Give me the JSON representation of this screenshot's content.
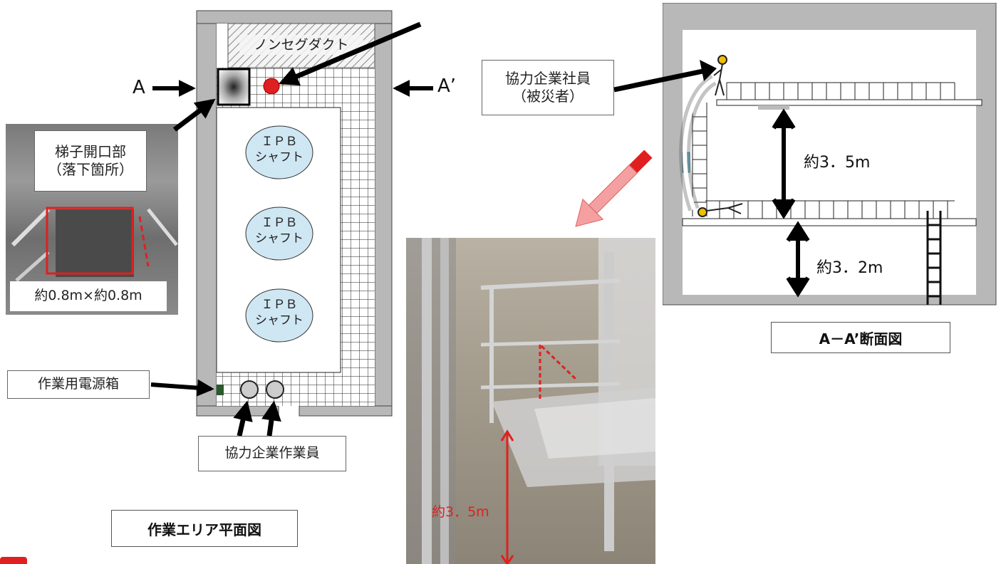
{
  "plan": {
    "title": "作業エリア平面図",
    "duct_label": "ノンセグダクト",
    "shaft_line1": "ＩＰＢ",
    "shaft_line2": "シャフト",
    "marker_a": "A",
    "marker_a_prime": "A’",
    "ladder_opening_line1": "梯子開口部",
    "ladder_opening_line2": "（落下箇所）",
    "ladder_photo_caption": "約0.8m×約0.8m",
    "power_box_label": "作業用電源箱",
    "workers_label": "協力企業作業員"
  },
  "section": {
    "title": "A－A’断面図",
    "victim_line1": "協力企業社員",
    "victim_line2": "（被災者）",
    "height_upper": "約3．5m",
    "height_lower": "約3．2m"
  },
  "photo": {
    "height_label": "約3．5m"
  },
  "colors": {
    "red": "#e02020",
    "shaft_fill": "#cfe7f3",
    "wall": "#b8b8b8"
  }
}
